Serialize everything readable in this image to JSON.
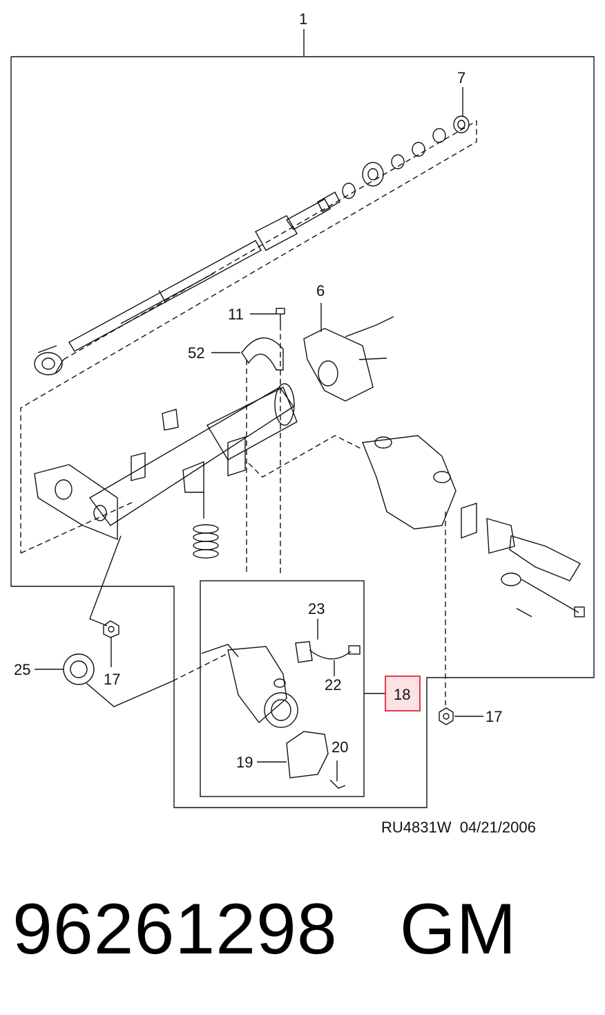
{
  "callouts": {
    "c1": "1",
    "c7": "7",
    "c6": "6",
    "c11": "11",
    "c52": "52",
    "c23": "23",
    "c22": "22",
    "c18": "18",
    "c25": "25",
    "c17a": "17",
    "c17b": "17",
    "c19": "19",
    "c20": "20"
  },
  "drawing_code": "RU4831W  04/21/2006",
  "part_number": "96261298",
  "brand": "GM",
  "colors": {
    "highlight": "#e23a4a",
    "highlight_fill": "#fde2e5",
    "line": "#111111"
  }
}
